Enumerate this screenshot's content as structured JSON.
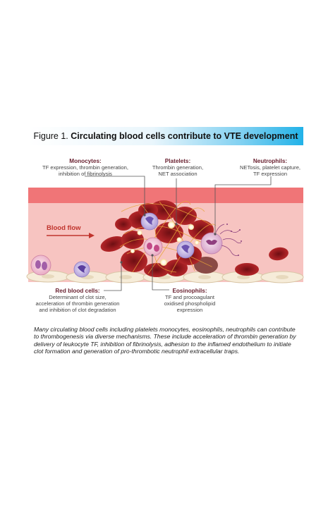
{
  "figure": {
    "number": "Figure 1.",
    "title": "Circulating blood cells contribute to VTE development"
  },
  "labels": {
    "monocytes": {
      "heading": "Monocytes:",
      "lines": [
        "TF expression, thrombin generation,",
        "inhibition of fibrinolysis"
      ]
    },
    "platelets": {
      "heading": "Platelets:",
      "lines": [
        "Thrombin generation,",
        "NET association"
      ]
    },
    "neutrophils": {
      "heading": "Neutrophils:",
      "lines": [
        "NETosis, platelet capture,",
        "TF expression"
      ]
    },
    "red_blood_cells": {
      "heading": "Red blood cells:",
      "lines": [
        "Determinant of clot size,",
        "acceleration of thrombin generation",
        "and inhibition of clot degradation"
      ]
    },
    "eosinophils": {
      "heading": "Eosinophils:",
      "lines": [
        "TF and procoagulant",
        "oxidised phospholipid",
        "expression"
      ]
    }
  },
  "blood_flow_label": "Blood flow",
  "caption": "Many circulating blood cells including platelets monocytes, eosinophils, neutrophils can contribute to thrombogenesis via diverse mechanisms. These include acceleration of thrombin generation by delivery of leukocyte TF, inhibition of fibrinolysis, adhesion to the inflamed endothelium to initiate clot formation and generation of pro-thrombotic neutrophil extracellular traps.",
  "colors": {
    "vessel_wall": "#f07577",
    "lumen": "#f7c4c1",
    "rbc": "#a21f22",
    "fibrin": "#e8a33a",
    "monocyte": "#b9a8dc",
    "neutrophil": "#d9a6c8",
    "title_accent": "#22b2e8"
  }
}
